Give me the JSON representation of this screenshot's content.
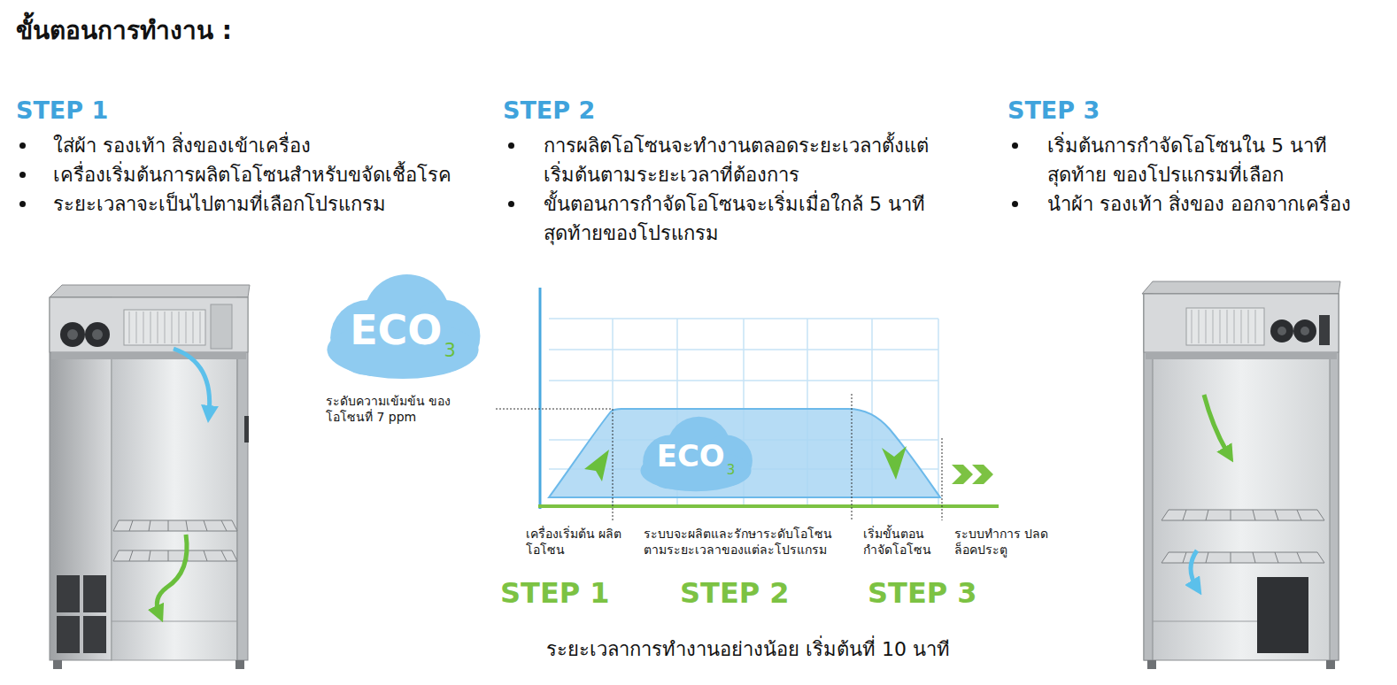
{
  "diagram": {
    "title": "ขั้นตอนการทำงาน :",
    "caption": "ระยะเวลาการทำงานอย่างน้อย เริ่มต้นที่ 10 นาที",
    "nodes": [
      {
        "text": [
          "ECO",
          "3"
        ]
      },
      {
        "text": [
          "ECO",
          "3"
        ]
      }
    ],
    "labels": [
      "STEP 1",
      "ใส่ผ้า รองเท้า สิ่งของเข้าเครื่อง",
      "เครื่องเริ่มต้นการผลิตโอโซนสำหรับขจัดเชื้อโรค",
      "ระยะเวลาจะเป็นไปตามที่เลือกโปรแกรม",
      "STEP 2",
      "การผลิตโอโซนจะทำงานตลอดระยะเวลาตั้งแต่ เริ่มต้นตามระยะเวลาที่ต้องการ",
      "ขั้นตอนการกำจัดโอโซนจะเริ่มเมื่อใกล้ 5 นาที สุดท้ายของโปรแกรม",
      "STEP 3",
      "เริ่มต้นการกำจัดโอโซนใน 5 นาทีสุดท้าย ของโปรแกรมที่เลือก",
      "นำผ้า รองเท้า สิ่งของ ออกจากเครื่อง",
      "ระดับความเข้มข้น ของโอโซนที่ 7 ppm",
      "เครื่องเริ่มต้น ผลิตโอโซน",
      "ระบบจะผลิตและรักษาระดับโอโซน ตามระยะเวลาของแต่ละโปรแกรม",
      "เริ่มขั้นตอน กำจัดโอโซน",
      "ระบบทำการ ปลดล็อคประตู",
      "STEP 1",
      "STEP 2",
      "STEP 3"
    ]
  }
}
